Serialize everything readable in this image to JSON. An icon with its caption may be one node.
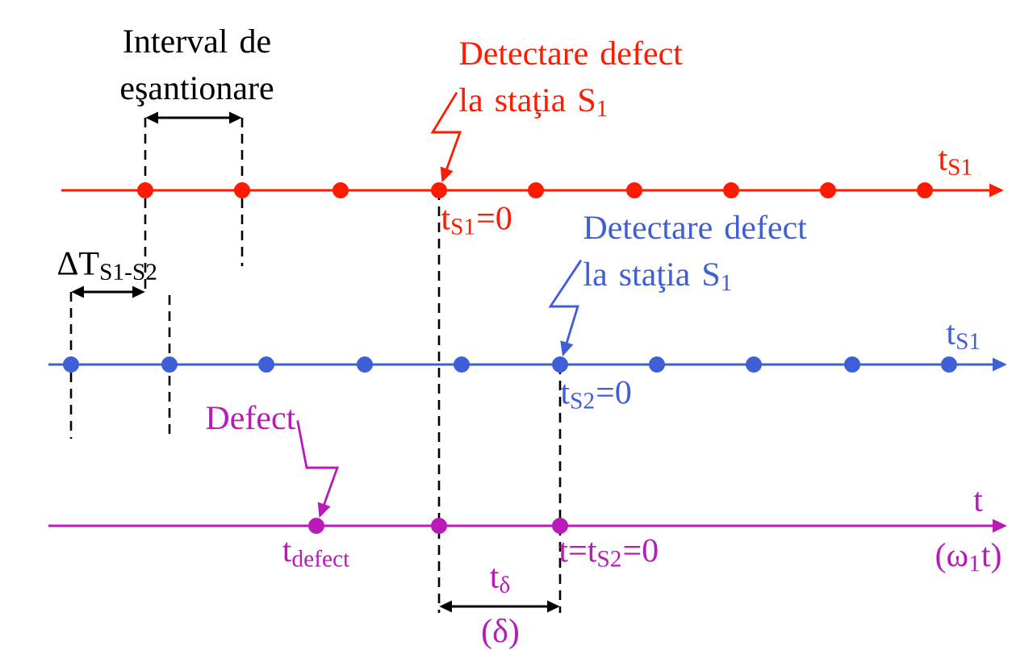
{
  "diagram": {
    "nodes": [
      {
        "text": [
          "Detectare defect la staţia S$_{1}$"
        ]
      },
      {
        "text": [],
        "shape": "circle"
      },
      {
        "text": [],
        "shape": "circle"
      },
      {
        "text": [],
        "shape": "circle"
      },
      {
        "text": [],
        "shape": "circle",
        "beside": [
          "t$_{S1}$=0"
        ]
      },
      {
        "text": [],
        "shape": "circle"
      },
      {
        "text": [],
        "shape": "circle"
      },
      {
        "text": [],
        "shape": "circle"
      },
      {
        "text": [],
        "shape": "circle"
      },
      {
        "text": [],
        "shape": "circle"
      },
      {
        "text": [
          "Detectare defect la staţia S$_{1}$"
        ]
      },
      {
        "text": [],
        "shape": "circle"
      },
      {
        "text": [],
        "shape": "circle"
      },
      {
        "text": [],
        "shape": "circle"
      },
      {
        "text": [],
        "shape": "circle"
      },
      {
        "text": [],
        "shape": "circle"
      },
      {
        "text": [],
        "shape": "circle",
        "beside": [
          "t$_{S2}$=0"
        ]
      },
      {
        "text": [],
        "shape": "circle"
      },
      {
        "text": [],
        "shape": "circle"
      },
      {
        "text": [],
        "shape": "circle"
      },
      {
        "text": [],
        "shape": "circle"
      },
      {
        "text": [
          "Defect"
        ]
      },
      {
        "text": [],
        "shape": "circle",
        "beside": [
          "t$_{defect}$"
        ]
      },
      {
        "text": [],
        "shape": "circle"
      },
      {
        "text": [],
        "shape": "circle",
        "beside": [
          "t=t$_{S2}$=0"
        ]
      }
    ],
    "edges": [
      {
        "from": 0,
        "to": 4,
        "arrow": "to",
        "color": "#ff1a00"
      },
      {
        "from": 10,
        "to": 16,
        "arrow": "to",
        "color": "#3f5fd6"
      },
      {
        "from": 21,
        "to": 22,
        "arrow": "to",
        "color": "#b81bb8"
      }
    ],
    "labels": [
      "Interval de eşantionare",
      "ΔT$_{S1-S2}$",
      "t$_{S1}$",
      "t$_{S1}$",
      "t",
      "(ω$_{1}$t)",
      "t$_{δ}$",
      "(δ)"
    ]
  }
}
